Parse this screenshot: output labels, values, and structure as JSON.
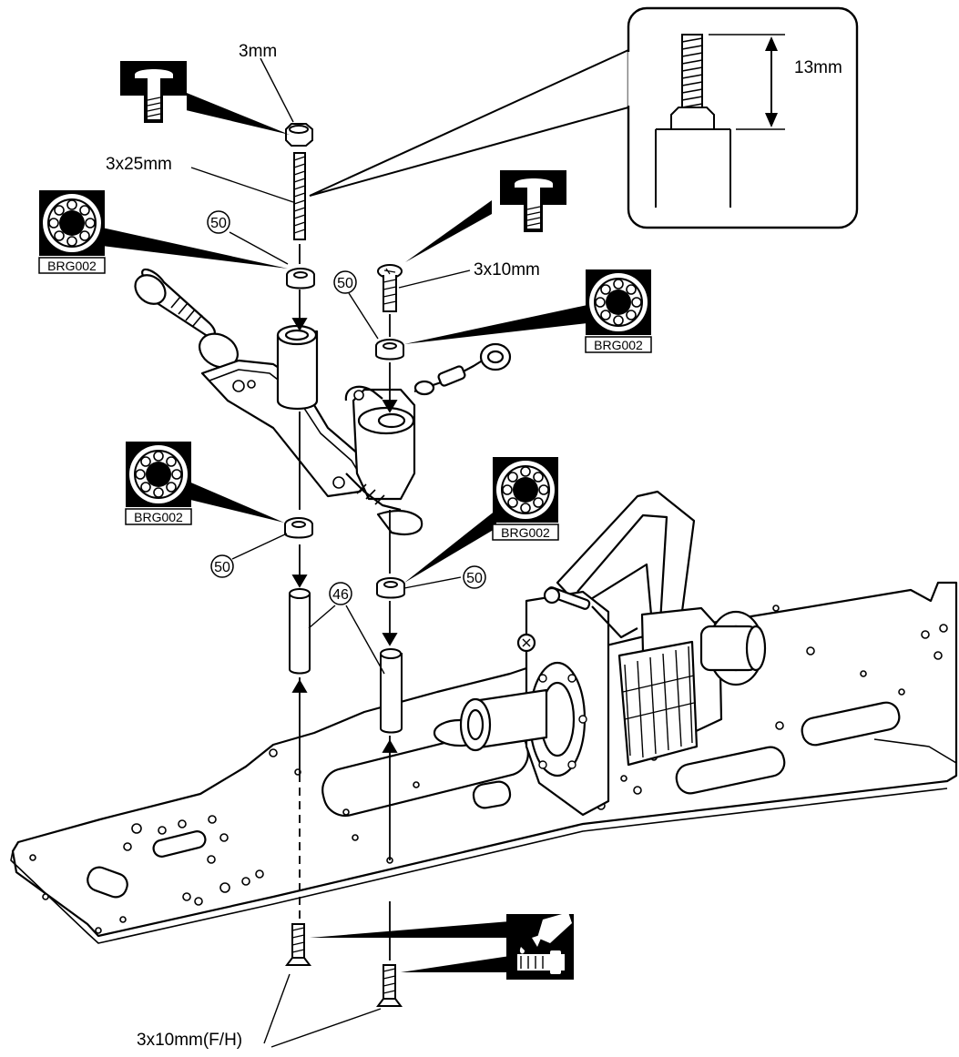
{
  "labels": {
    "nut": "3mm",
    "screw_long": "3x25mm",
    "screw_short": "3x10mm",
    "screws_bottom": "3x10mm(F/H)",
    "height": "13mm"
  },
  "bearing_code": "BRG002",
  "part_numbers": {
    "bearing": "50",
    "post": "46"
  },
  "icons": {
    "bearing": "ball-bearing-icon",
    "screw_depth": "screw-in-hole-icon",
    "threadlock": "thread-lock-icon"
  }
}
